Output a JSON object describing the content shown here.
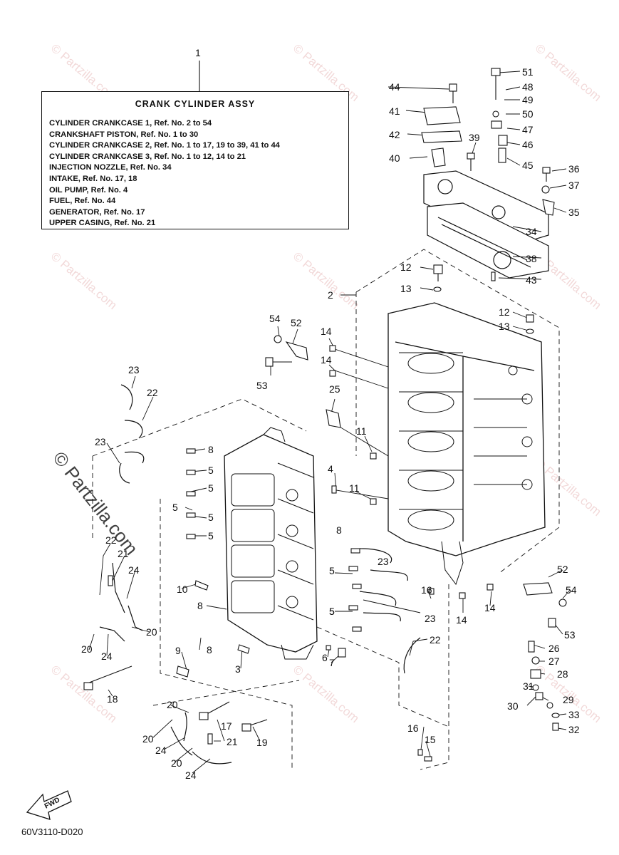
{
  "leader_ref": "1",
  "assembly_box": {
    "title": "CRANK CYLINDER ASSY",
    "lines": [
      "CYLINDER CRANKCASE 1,  Ref. No. 2 to 54",
      "CRANKSHAFT PISTON,        Ref. No. 1 to 30",
      "CYLINDER CRANKCASE 2, Ref. No. 1 to 17, 19 to 39, 41 to 44",
      "CYLINDER CRANKCASE 3, Ref. No. 1 to 12, 14 to 21",
      "INJECTION NOZZLE, Ref. No. 34",
      "INTAKE,     Ref. No. 17, 18",
      "OIL PUMP, Ref. No. 4",
      "FUEL,        Ref. No. 44",
      "GENERATOR,       Ref. No. 17",
      "UPPER CASING, Ref. No. 21"
    ]
  },
  "watermark_text": "© Partzilla.com",
  "fwd_label": "FWD",
  "diagram_code": "60V3110-D020",
  "callouts": [
    {
      "id": "c51",
      "text": "51"
    },
    {
      "id": "c48",
      "text": "48"
    },
    {
      "id": "c49",
      "text": "49"
    },
    {
      "id": "c50",
      "text": "50"
    },
    {
      "id": "c47",
      "text": "47"
    },
    {
      "id": "c46",
      "text": "46"
    },
    {
      "id": "c45",
      "text": "45"
    },
    {
      "id": "c44",
      "text": "44"
    },
    {
      "id": "c41",
      "text": "41"
    },
    {
      "id": "c42",
      "text": "42"
    },
    {
      "id": "c40",
      "text": "40"
    },
    {
      "id": "c39",
      "text": "39"
    },
    {
      "id": "c36",
      "text": "36"
    },
    {
      "id": "c37",
      "text": "37"
    },
    {
      "id": "c35",
      "text": "35"
    },
    {
      "id": "c34",
      "text": "34"
    },
    {
      "id": "c38",
      "text": "38"
    },
    {
      "id": "c43",
      "text": "43"
    },
    {
      "id": "c12a",
      "text": "12"
    },
    {
      "id": "c13a",
      "text": "13"
    },
    {
      "id": "c12b",
      "text": "12"
    },
    {
      "id": "c13b",
      "text": "13"
    },
    {
      "id": "c2",
      "text": "2"
    },
    {
      "id": "c54a",
      "text": "54"
    },
    {
      "id": "c52a",
      "text": "52"
    },
    {
      "id": "c14a",
      "text": "14"
    },
    {
      "id": "c14b",
      "text": "14"
    },
    {
      "id": "c53a",
      "text": "53"
    },
    {
      "id": "c23a",
      "text": "23"
    },
    {
      "id": "c22a",
      "text": "22"
    },
    {
      "id": "c25",
      "text": "25"
    },
    {
      "id": "c23b",
      "text": "23"
    },
    {
      "id": "c8a",
      "text": "8"
    },
    {
      "id": "c5a",
      "text": "5"
    },
    {
      "id": "c5b",
      "text": "5"
    },
    {
      "id": "c5c",
      "text": "5"
    },
    {
      "id": "c5d",
      "text": "5"
    },
    {
      "id": "c5e",
      "text": "5"
    },
    {
      "id": "c11a",
      "text": "11"
    },
    {
      "id": "c4",
      "text": "4"
    },
    {
      "id": "c11b",
      "text": "11"
    },
    {
      "id": "c22b",
      "text": "22"
    },
    {
      "id": "c21a",
      "text": "21"
    },
    {
      "id": "c24a",
      "text": "24"
    },
    {
      "id": "c8b",
      "text": "8"
    },
    {
      "id": "c5f",
      "text": "5"
    },
    {
      "id": "c23c",
      "text": "23"
    },
    {
      "id": "c10",
      "text": "10"
    },
    {
      "id": "c5g",
      "text": "5"
    },
    {
      "id": "c16a",
      "text": "16"
    },
    {
      "id": "c52b",
      "text": "52"
    },
    {
      "id": "c54b",
      "text": "54"
    },
    {
      "id": "c8c",
      "text": "8"
    },
    {
      "id": "c5h",
      "text": "5"
    },
    {
      "id": "c23d",
      "text": "23"
    },
    {
      "id": "c14c",
      "text": "14"
    },
    {
      "id": "c14d",
      "text": "14"
    },
    {
      "id": "c53b",
      "text": "53"
    },
    {
      "id": "c20a",
      "text": "20"
    },
    {
      "id": "c20b",
      "text": "20"
    },
    {
      "id": "c24b",
      "text": "24"
    },
    {
      "id": "c9",
      "text": "9"
    },
    {
      "id": "c8d",
      "text": "8"
    },
    {
      "id": "c22c",
      "text": "22"
    },
    {
      "id": "c26",
      "text": "26"
    },
    {
      "id": "c6",
      "text": "6"
    },
    {
      "id": "c7",
      "text": "7"
    },
    {
      "id": "c27",
      "text": "27"
    },
    {
      "id": "c3",
      "text": "3"
    },
    {
      "id": "c28",
      "text": "28"
    },
    {
      "id": "c18",
      "text": "18"
    },
    {
      "id": "c31",
      "text": "31"
    },
    {
      "id": "c29",
      "text": "29"
    },
    {
      "id": "c30",
      "text": "30"
    },
    {
      "id": "c20c",
      "text": "20"
    },
    {
      "id": "c17",
      "text": "17"
    },
    {
      "id": "c33",
      "text": "33"
    },
    {
      "id": "c32",
      "text": "32"
    },
    {
      "id": "c16b",
      "text": "16"
    },
    {
      "id": "c20d",
      "text": "20"
    },
    {
      "id": "c19",
      "text": "19"
    },
    {
      "id": "c15",
      "text": "15"
    },
    {
      "id": "c21b",
      "text": "21"
    },
    {
      "id": "c24c",
      "text": "24"
    },
    {
      "id": "c20e",
      "text": "20"
    },
    {
      "id": "c24d",
      "text": "24"
    }
  ]
}
